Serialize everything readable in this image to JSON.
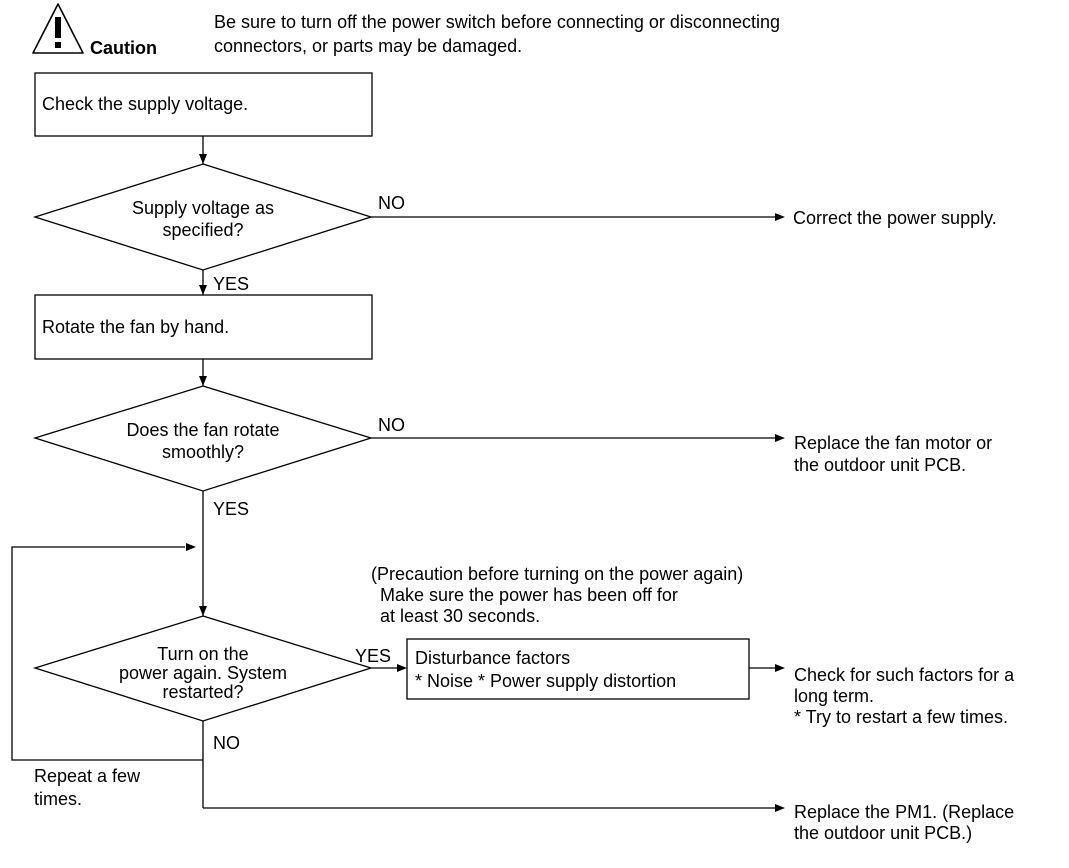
{
  "caution": {
    "label": "Caution",
    "message": [
      "Be sure to turn off the power switch before connecting or disconnecting",
      "connectors, or parts may be damaged."
    ]
  },
  "steps": {
    "check_voltage": "Check the supply voltage.",
    "voltage_decision": [
      "Supply voltage as",
      "specified?"
    ],
    "rotate_fan": "Rotate the fan by hand.",
    "fan_decision": [
      "Does the fan rotate",
      "smoothly?"
    ],
    "restart_decision": [
      "Turn on the",
      "power again. System",
      "restarted?"
    ],
    "disturbance": [
      "Disturbance factors",
      "* Noise   * Power supply distortion"
    ]
  },
  "labels": {
    "no": "NO",
    "yes": "YES"
  },
  "outcomes": {
    "correct_power": "Correct the power supply.",
    "replace_fan": [
      "Replace the fan motor or",
      "the outdoor unit PCB."
    ],
    "check_factors": [
      "Check for such factors for a",
      "long term.",
      "* Try to restart a few times."
    ],
    "replace_pm1": [
      "Replace the PM1. (Replace",
      "the outdoor unit PCB.)"
    ]
  },
  "notes": {
    "precaution": [
      "(Precaution before turning on the power again)",
      "Make sure the power has been off for",
      "at least 30 seconds."
    ],
    "repeat": [
      "Repeat a few",
      "times."
    ]
  }
}
